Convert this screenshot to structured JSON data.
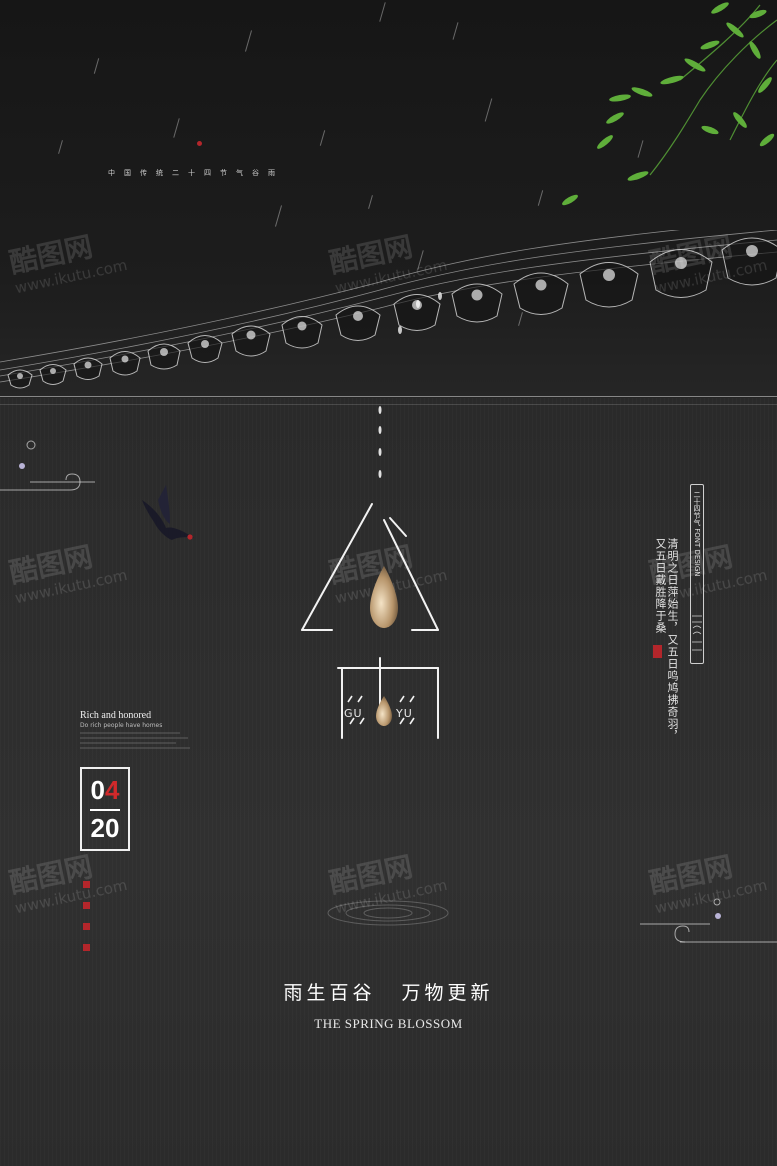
{
  "header": {
    "top_line": "中国传统二十四节气谷雨"
  },
  "watermark": {
    "brand": "酷图网",
    "url": "www.ikutu.com"
  },
  "emblem": {
    "pinyin_left": "GU",
    "pinyin_right": "YU"
  },
  "left_block": {
    "title": "Rich and honored",
    "subtitle": "Do rich people have homes"
  },
  "date": {
    "month_prefix": "0",
    "month_accent": "4",
    "day": "20"
  },
  "right_block": {
    "plate_label": "二十四节气 FONT DESIGN",
    "poem_line1": "清明之日萍始生，又五日鸣鸠拂奇羽，",
    "poem_line2": "又五日戴胜降于桑"
  },
  "footer": {
    "slogan": "雨生百谷 万物更新",
    "english": "THE SPRING BLOSSOM"
  },
  "colors": {
    "accent_red": "#b3262b",
    "background": "#2b2b2b",
    "sky": "#161616",
    "leaf_green": "#5fae3a"
  },
  "icons": [
    "willow-branch-icon",
    "swallow-icon",
    "roof-tiles-illustration",
    "water-drop-icon",
    "cloud-scroll-icon"
  ]
}
